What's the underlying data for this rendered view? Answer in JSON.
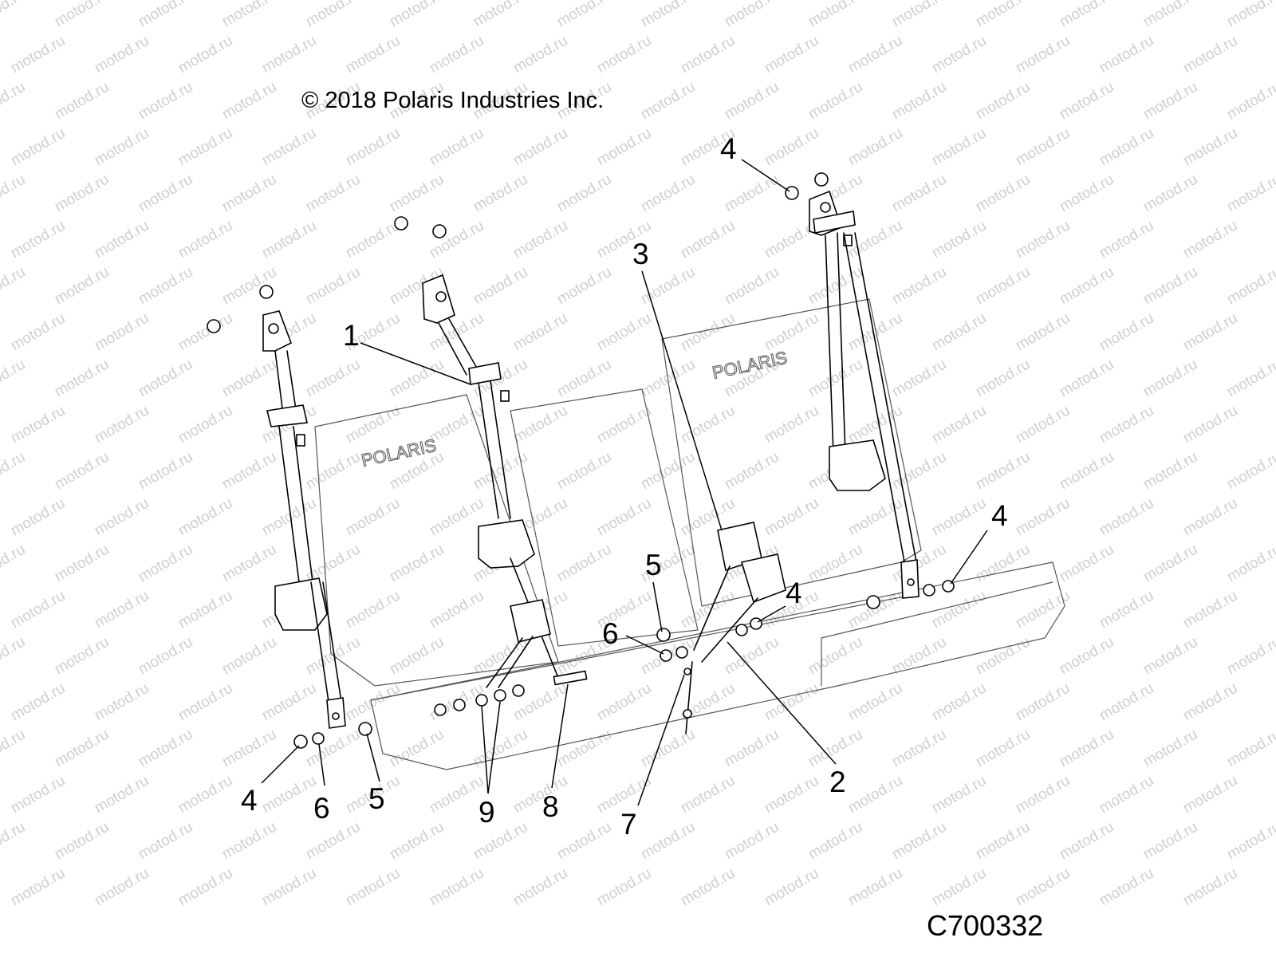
{
  "figure": {
    "copyright": "© 2018 Polaris Industries Inc.",
    "code": "C700332",
    "brand_text": "POLARIS",
    "watermark": "motod.ru",
    "callouts": [
      {
        "id": "1",
        "label": "1"
      },
      {
        "id": "2",
        "label": "2"
      },
      {
        "id": "3",
        "label": "3"
      },
      {
        "id": "4a",
        "label": "4"
      },
      {
        "id": "4b",
        "label": "4"
      },
      {
        "id": "4c",
        "label": "4"
      },
      {
        "id": "4d",
        "label": "4"
      },
      {
        "id": "5a",
        "label": "5"
      },
      {
        "id": "5b",
        "label": "5"
      },
      {
        "id": "6a",
        "label": "6"
      },
      {
        "id": "6b",
        "label": "6"
      },
      {
        "id": "7",
        "label": "7"
      },
      {
        "id": "8",
        "label": "8"
      },
      {
        "id": "9",
        "label": "9"
      }
    ]
  },
  "colors": {
    "line": "#000000",
    "watermark": "#cfcfcf",
    "background": "#ffffff"
  }
}
